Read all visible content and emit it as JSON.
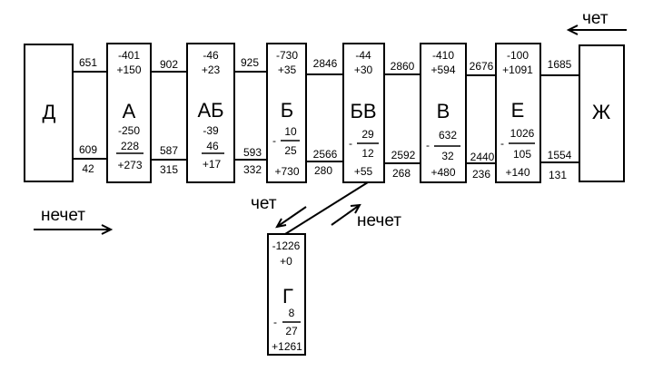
{
  "directions": {
    "even_label": "чет",
    "odd_label": "нечет"
  },
  "stations": {
    "D": {
      "name": "Д"
    },
    "A": {
      "name": "А",
      "top1": "-401",
      "top2": "+150",
      "mid": "-250",
      "frac_num": "228",
      "bottom": "+273"
    },
    "AB": {
      "name": "АБ",
      "top1": "-46",
      "top2": "+23",
      "mid": "-39",
      "frac_num": "46",
      "bottom": "+17"
    },
    "B": {
      "name": "Б",
      "top1": "-730",
      "top2": "+35",
      "frac_sign": "-",
      "frac_num": "10",
      "frac_den": "25",
      "bottom": "+730"
    },
    "BV": {
      "name": "БВ",
      "top1": "-44",
      "top2": "+30",
      "frac_sign": "-",
      "frac_num": "29",
      "frac_den": "12",
      "bottom": "+55"
    },
    "V": {
      "name": "В",
      "top1": "-410",
      "top2": "+594",
      "frac_sign": "-",
      "frac_num": "632",
      "frac_den": "32",
      "bottom": "+480"
    },
    "E": {
      "name": "Е",
      "top1": "-100",
      "top2": "+1091",
      "frac_sign": "-",
      "frac_num": "1026",
      "frac_den": "105",
      "bottom": "+140"
    },
    "ZH": {
      "name": "Ж"
    },
    "G": {
      "name": "Г",
      "top1": "-1226",
      "top2": "+0",
      "frac_sign": "-",
      "frac_num": "8",
      "frac_den": "27",
      "bottom": "+1261"
    }
  },
  "hauls": {
    "D_A": {
      "even_top": "651",
      "odd_top": "609",
      "odd_bottom": "42"
    },
    "A_AB": {
      "even_top": "902",
      "odd_bottom": "587",
      "odd_below": "315"
    },
    "AB_B": {
      "even_top": "925",
      "odd_top": "593",
      "odd_bottom": "332"
    },
    "B_BV": {
      "even_top": "2846",
      "odd_top": "2566",
      "odd_bottom": "280"
    },
    "BV_V": {
      "even_top": "2860",
      "odd_top": "2592",
      "odd_bottom": "268"
    },
    "V_E": {
      "even_top": "2676",
      "odd_top": "2440",
      "odd_bottom": "236"
    },
    "E_ZH": {
      "even_top": "1685",
      "odd_top": "1554",
      "odd_bottom": "131"
    }
  }
}
